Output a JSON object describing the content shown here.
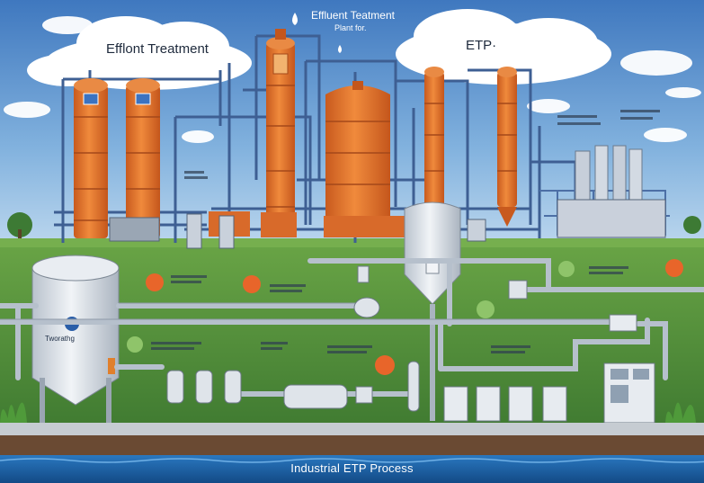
{
  "header": {
    "title_line1": "Effluent Teatment",
    "title_line2": "Plant for.",
    "cloud_left_label": "Efflont Treatment",
    "cloud_right_label": "ETP·"
  },
  "labels": {
    "tank_label": "Tworathg",
    "caption": "Industrial ETP Process"
  },
  "colors": {
    "sky": "#5a8ec9",
    "tank_orange": "#e2752f",
    "pipe_blue": "#3e5f93",
    "grass": "#4d8a3a",
    "water": "#1f64a8",
    "silo": "#dfe4ea"
  }
}
